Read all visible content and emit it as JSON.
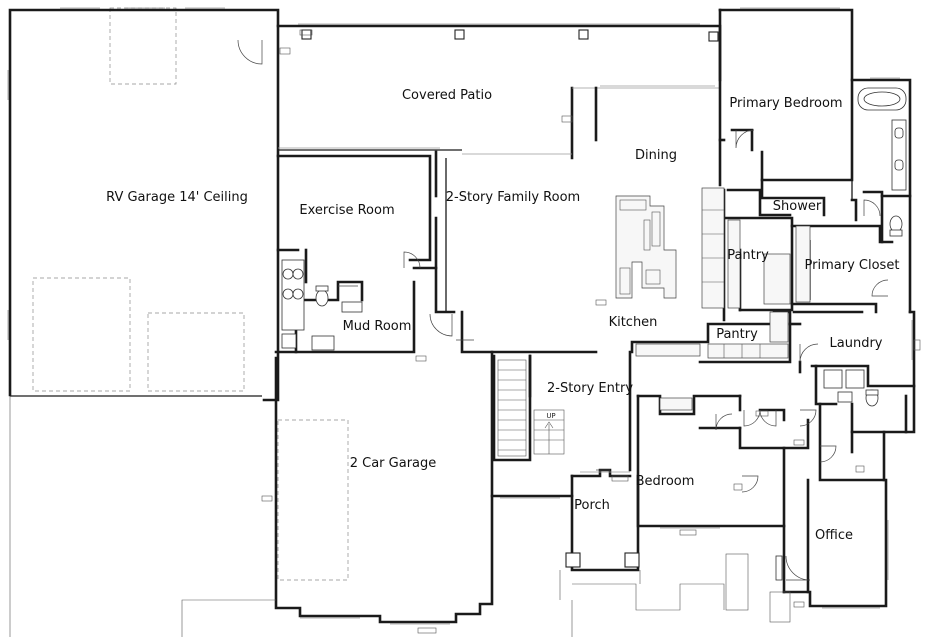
{
  "rooms": {
    "rv_garage": "RV Garage 14' Ceiling",
    "covered_patio": "Covered Patio",
    "primary_bedroom": "Primary Bedroom",
    "dining": "Dining",
    "exercise_room": "Exercise Room",
    "family_room": "2-Story Family Room",
    "shower": "Shower",
    "pantry_upper": "Pantry",
    "primary_closet": "Primary Closet",
    "mud_room": "Mud Room",
    "kitchen": "Kitchen",
    "pantry_lower": "Pantry",
    "laundry": "Laundry",
    "entry": "2-Story Entry",
    "car_garage": "2 Car Garage",
    "bedroom": "Bedroom",
    "porch": "Porch",
    "office": "Office"
  },
  "stair_label": "UP"
}
